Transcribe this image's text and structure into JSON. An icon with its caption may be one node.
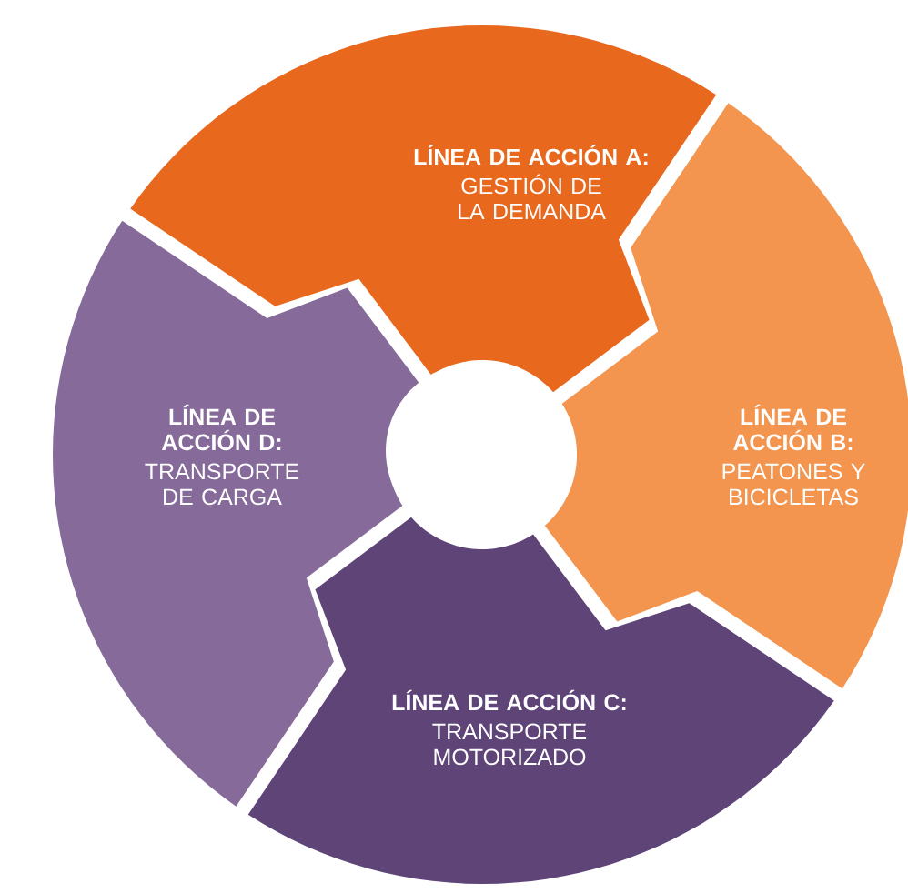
{
  "diagram": {
    "nodes": [
      {
        "text": [
          "LÍNEA DE ACCIÓN A:",
          "GESTIÓN DE LA DEMANDA"
        ]
      },
      {
        "text": [
          "LÍNEA DE ACCIÓN B:",
          "PEATONES Y BICICLETAS"
        ]
      },
      {
        "text": [
          "LÍNEA DE ACCIÓN C:",
          "TRANSPORTE MOTORIZADO"
        ]
      },
      {
        "text": [
          "LÍNEA DE ACCIÓN D:",
          "TRANSPORTE DE CARGA"
        ]
      }
    ]
  }
}
